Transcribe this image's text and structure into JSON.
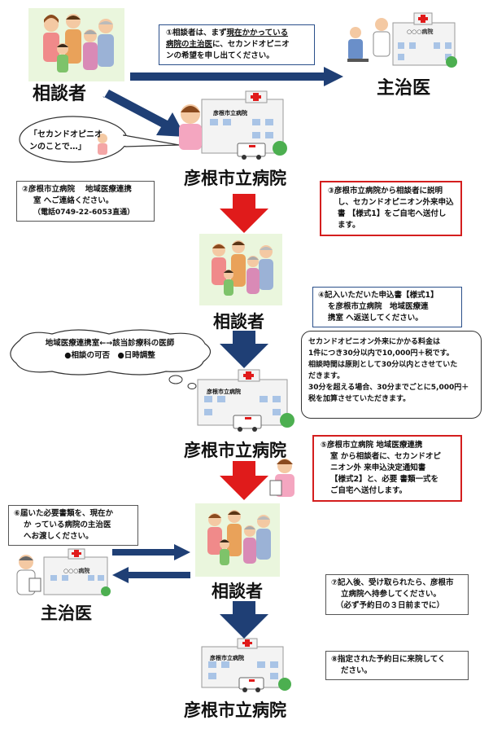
{
  "labels": {
    "consultant": "相談者",
    "primary_doctor": "主治医",
    "hospital": "彦根市立病院",
    "sign_hikone": "彦根市立病院",
    "sign_generic": "○○○病院"
  },
  "bubble_speech": {
    "line1": "「セカンドオピニオ",
    "line2": "ンのことで…」"
  },
  "bubble_thought": {
    "line1": "地域医療連携室←→該当診療科の医師",
    "line2": "●相談の可否　●日時調整"
  },
  "steps": {
    "s1": {
      "l1a": "①相談者は、まず",
      "l1b": "現在かかっている",
      "l2": "病院の主治医",
      "l2b": "に、セカンドオピニオ",
      "l3": "ンの希望を申し出てください。"
    },
    "s2": {
      "l1": "②彦根市立病院　 地域医療連携",
      "l2": "室 へご連絡ください。",
      "l3": "（電話0749-22-6053直通）"
    },
    "s3": {
      "l1": "③彦根市立病院から相談者に説明",
      "l2": "し、セカンドオピニオン外来申込",
      "l3": "書 【様式1】をご自宅へ送付し",
      "l4": "ます。"
    },
    "s4": {
      "l1": "④記入いただいた申込書【様式1】",
      "l2": "を彦根市立病院　地域医療連",
      "l3": "携室 へ返送してください。"
    },
    "fee": {
      "l1": "セカンドオピニオン外来にかかる料金は",
      "l2": "1件につき30分以内で10,000円＋税です。",
      "l3": "相談時間は原則として30分以内とさせていた",
      "l4": "だきます。",
      "l5": "30分を超える場合、30分までごとに5,000円＋",
      "l6": "税を加算させていただきます。"
    },
    "s5": {
      "l1": "⑤彦根市立病院  地域医療連携",
      "l2": "室 から相談者に、セカンドオピ",
      "l3": "ニオン外 来申込決定通知書",
      "l4": "【様式2】と、必要 書類一式を",
      "l5": "ご自宅へ送付します。"
    },
    "s6": {
      "l1": "⑥届いた必要書類を、現在か",
      "l2": "か っている病院の主治医",
      "l3": "へお渡しください。"
    },
    "s7": {
      "l1": "⑦記入後、受け取られたら、彦根市",
      "l2": "立病院へ持参してください。",
      "l3": "（必ず予約日の３日前までに）"
    },
    "s8": {
      "l1": "⑧指定された予約日に来院してく",
      "l2": "ださい。"
    }
  },
  "colors": {
    "navy": "#1f3f75",
    "red": "#e01b1b",
    "blue_border": "#2a4f8a"
  }
}
